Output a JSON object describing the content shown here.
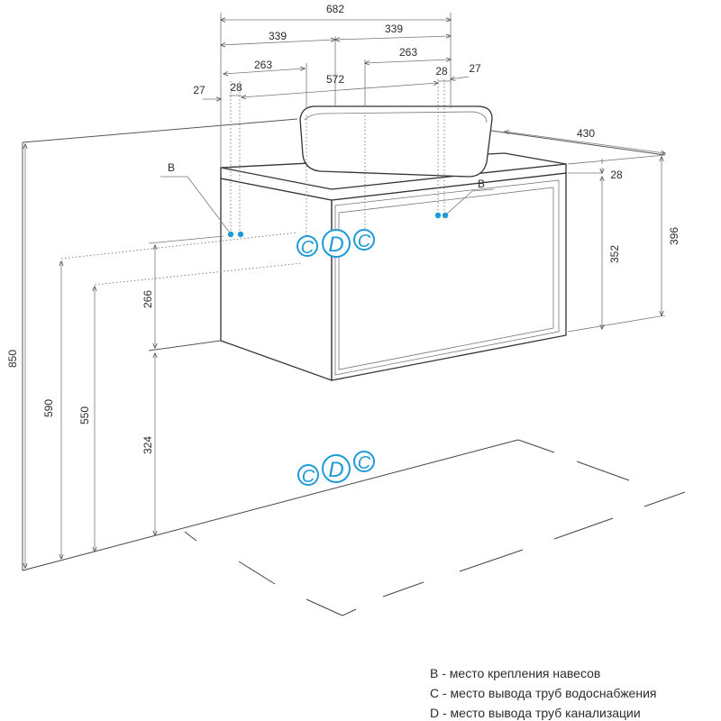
{
  "dimensions": {
    "d682": "682",
    "d339_left": "339",
    "d339_right": "339",
    "d263_left": "263",
    "d263_right": "263",
    "d572": "572",
    "d27_left": "27",
    "d28_left": "28",
    "d28_right": "28",
    "d27_right": "27",
    "d430": "430",
    "d28_side": "28",
    "d396": "396",
    "d352": "352",
    "d850": "850",
    "d590": "590",
    "d550": "550",
    "d266": "266",
    "d324": "324"
  },
  "markers": {
    "b_left": "B",
    "b_right": "B",
    "c_wall_left": "C",
    "d_wall": "D",
    "c_wall_right": "C",
    "c_floor_left": "C",
    "d_floor": "D",
    "c_floor_right": "C"
  },
  "legend": {
    "b": "B - место крепления навесов",
    "c": "C - место вывода труб водоснабжения",
    "d": "D - место вывода труб канализации"
  },
  "colors": {
    "accent": "#1e9ad6",
    "line": "#555555"
  }
}
